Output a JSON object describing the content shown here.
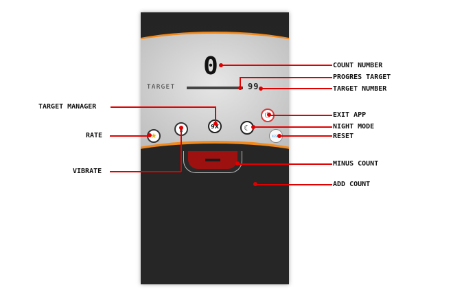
{
  "display": {
    "count_value": "0",
    "target_label": "TARGET",
    "target_number": "99",
    "progress_fraction": 0.0
  },
  "buttons": {
    "target_manager_icon_text": "9X",
    "reset_icon_text": "RESET",
    "minus_icon_text": "−"
  },
  "callouts": {
    "count_number": "COUNT NUMBER",
    "progress_target": "PROGRES TARGET",
    "target_number": "TARGET NUMBER",
    "exit_app": "EXIT APP",
    "night_mode": "NIGHT MODE",
    "reset": "RESET",
    "minus_count": "MINUS COUNT",
    "add_count": "ADD COUNT",
    "target_manager": "TARGET MANAGER",
    "rate": "RATE",
    "vibrate": "VIBRATE"
  },
  "colors": {
    "accent_orange": "#f28a1d",
    "callout_red": "#e00000",
    "minus_red": "#9e1111"
  },
  "icons": {
    "exit": "power-icon",
    "night": "moon-icon",
    "rate": "star-icon",
    "vibrate": "phone-vibrate-icon"
  }
}
